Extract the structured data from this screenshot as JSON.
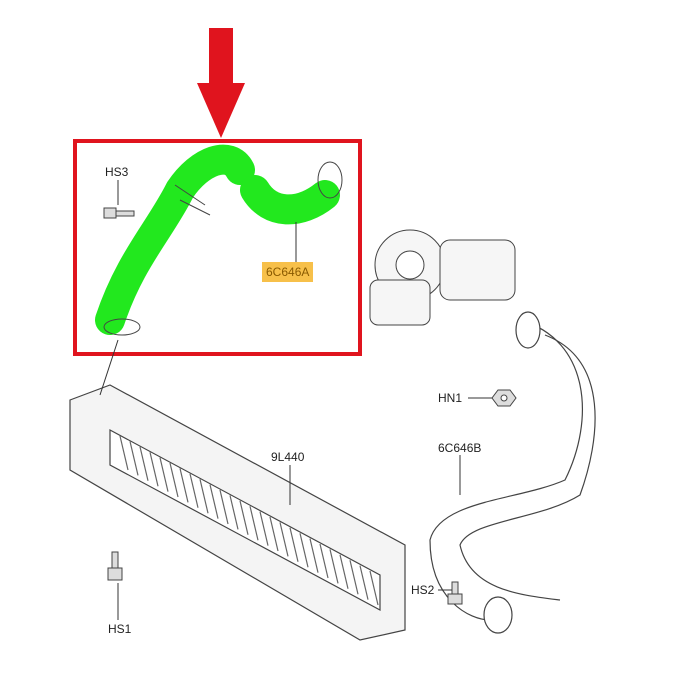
{
  "colors": {
    "highlight_box": "#e0141e",
    "arrow": "#e0141e",
    "highlight_part": "#22e81e",
    "label_highlight": "#f7c04a"
  },
  "labels": {
    "hs3": "HS3",
    "part_6c646a": "6C646A",
    "hn1": "HN1",
    "part_9l440": "9L440",
    "part_6c646b": "6C646B",
    "hs2": "HS2",
    "hs1": "HS1"
  }
}
